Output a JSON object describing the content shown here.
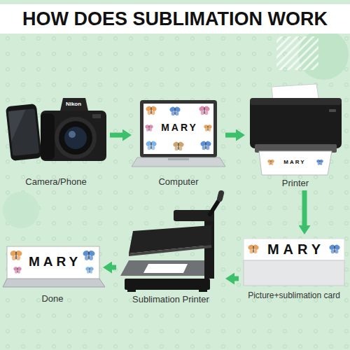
{
  "diagram": {
    "title": "HOW DOES SUBLIMATION WORK",
    "nodes": [
      {
        "text": [
          "Nikon",
          "Camera/Phone"
        ]
      },
      {
        "text": [
          "MARY",
          "Computer"
        ]
      },
      {
        "text": [
          "MARY",
          "Printer"
        ]
      },
      {
        "text": [
          "MARY",
          "Picture+sublimation card"
        ]
      },
      {
        "text": [
          "Sublimation Printer"
        ]
      },
      {
        "text": [
          "MARY",
          "Done"
        ]
      }
    ],
    "edges": [
      {
        "from": 0,
        "to": 1,
        "arrow": "to"
      },
      {
        "from": 1,
        "to": 2,
        "arrow": "to"
      },
      {
        "from": 2,
        "to": 3,
        "arrow": "to"
      },
      {
        "from": 3,
        "to": 4,
        "arrow": "to"
      },
      {
        "from": 4,
        "to": 5,
        "arrow": "to"
      }
    ]
  }
}
